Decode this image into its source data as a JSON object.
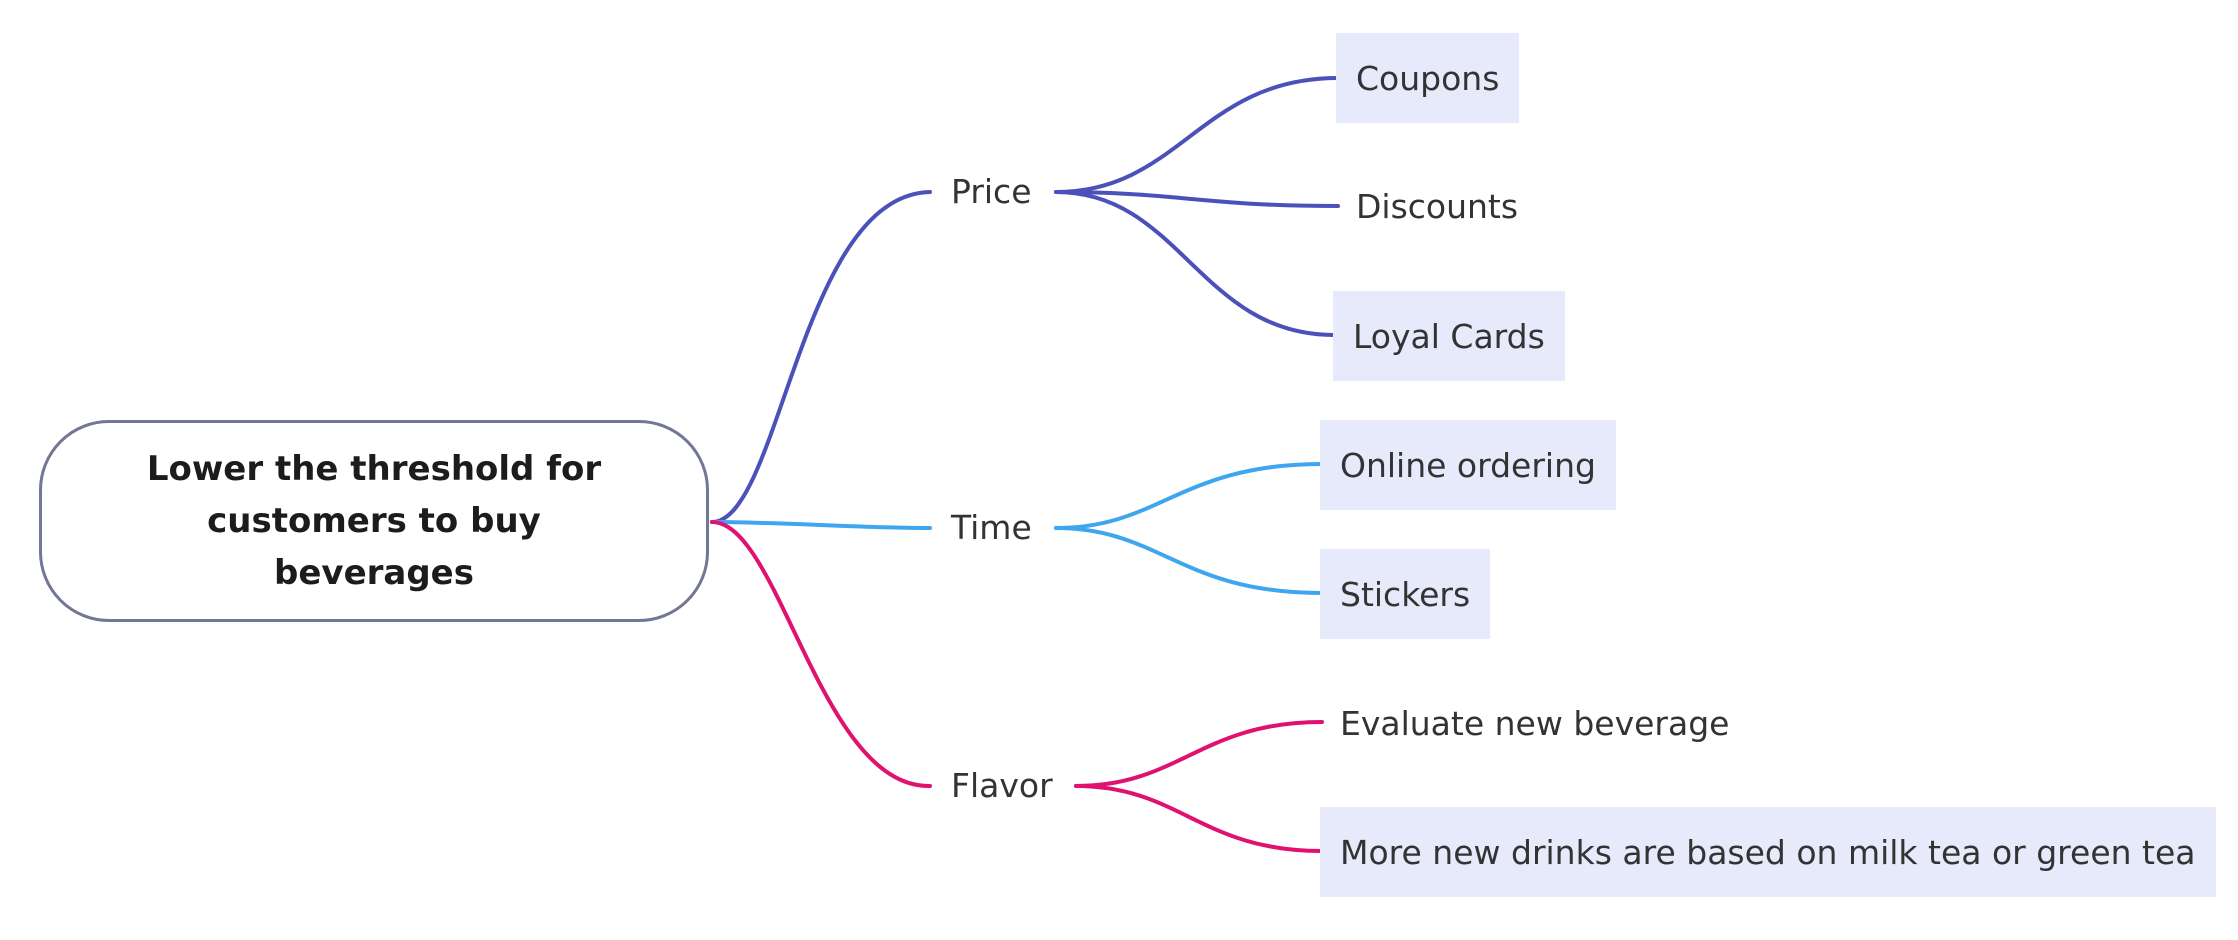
{
  "root": {
    "label": "Lower the threshold for\ncustomers to buy beverages"
  },
  "colors": {
    "price": "#4b51b8",
    "time": "#3ea6ef",
    "flavor": "#e0126f",
    "leaf_fill": "#e6eafa",
    "root_border": "#727894"
  },
  "branches": [
    {
      "label": "Price",
      "leaves": [
        {
          "label": "Coupons",
          "boxed": true
        },
        {
          "label": "Discounts",
          "boxed": false
        },
        {
          "label": "Loyal Cards",
          "boxed": true
        }
      ]
    },
    {
      "label": "Time",
      "leaves": [
        {
          "label": "Online ordering",
          "boxed": true
        },
        {
          "label": "Stickers",
          "boxed": true
        }
      ]
    },
    {
      "label": "Flavor",
      "leaves": [
        {
          "label": "Evaluate new beverage",
          "boxed": false
        },
        {
          "label": "More new drinks are based on milk tea or green tea",
          "boxed": true
        }
      ]
    }
  ]
}
